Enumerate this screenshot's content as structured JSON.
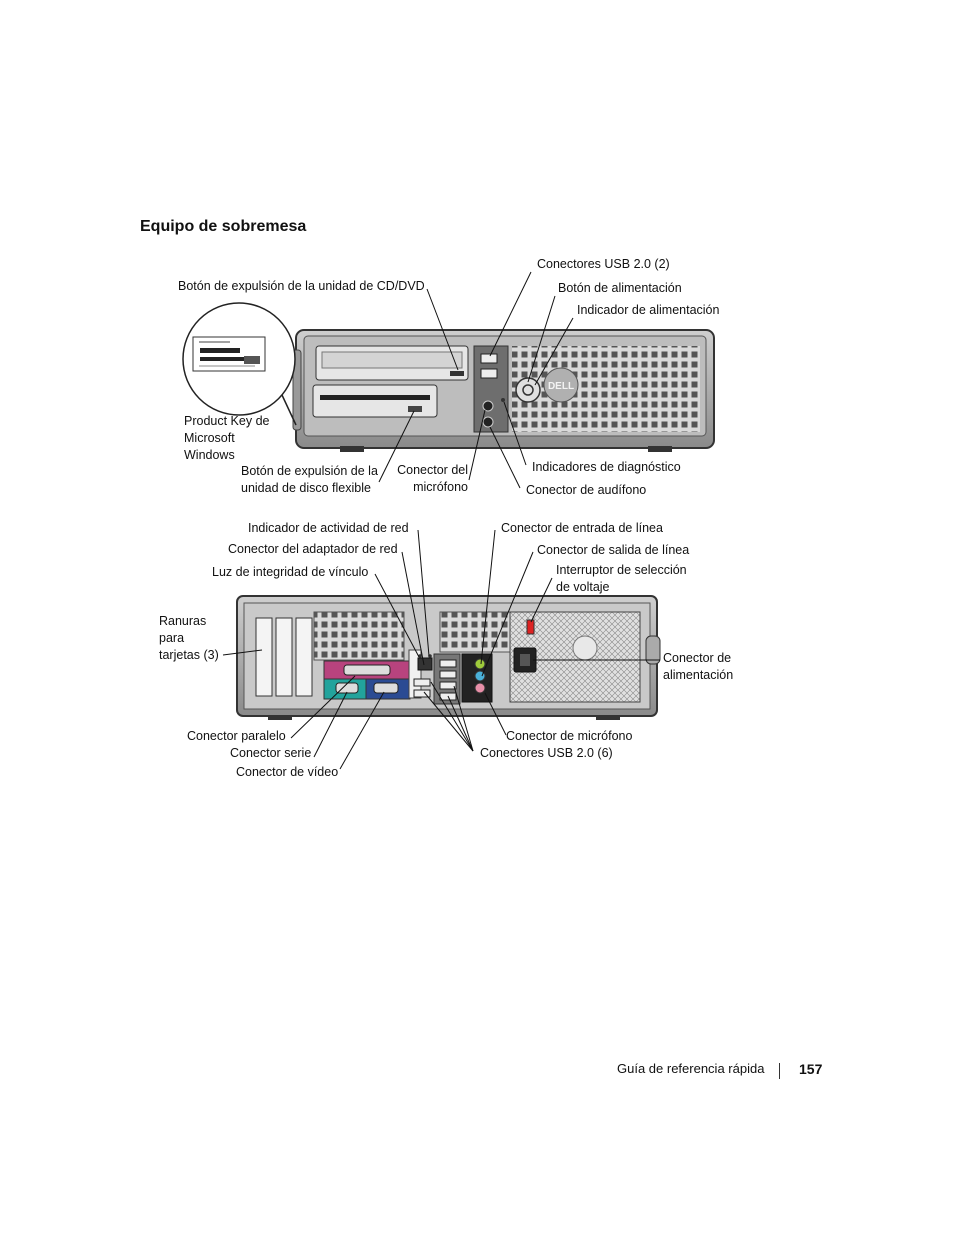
{
  "section_title": "Equipo de sobremesa",
  "front_labels": {
    "cd_eject": "Botón de expulsión de la unidad de CD/DVD",
    "usb_front": "Conectores USB 2.0 (2)",
    "power_button": "Botón de alimentación",
    "power_light": "Indicador de alimentación",
    "product_key": [
      "Product Key de",
      "Microsoft",
      "Windows"
    ],
    "floppy_eject": [
      "Botón de expulsión de la",
      "unidad de disco flexible"
    ],
    "mic_front": [
      "Conector del",
      "micrófono"
    ],
    "diag_lights": "Indicadores de diagnóstico",
    "headphone": "Conector de audífono"
  },
  "back_labels": {
    "net_activity": "Indicador de actividad de red",
    "net_adapter": "Conector del adaptador de red",
    "link_light": "Luz de integridad de vínculo",
    "card_slots": [
      "Ranuras",
      "para",
      "tarjetas (3)"
    ],
    "line_in": "Conector de entrada de línea",
    "line_out": "Conector de salida de línea",
    "voltage_switch": [
      "Interruptor de selección",
      "de voltaje"
    ],
    "power_connector": [
      "Conector de",
      "alimentación"
    ],
    "parallel": "Conector paralelo",
    "serial": "Conector serie",
    "video": "Conector de vídeo",
    "mic_back": "Conector de micrófono",
    "usb_back": "Conectores USB 2.0 (6)"
  },
  "footer": {
    "guide": "Guía de referencia rápida",
    "page": "157"
  }
}
